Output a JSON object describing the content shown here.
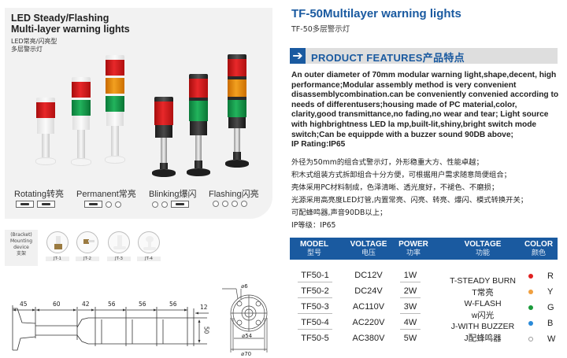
{
  "left": {
    "title_line1": "LED Steady/Flashing",
    "title_line2": "Multi-layer warning lights",
    "subtitle_line1": "LED常亮/闪亮型",
    "subtitle_line2": "多层警示灯",
    "modes": [
      {
        "label": "Rotating转亮"
      },
      {
        "label": "Permanent常亮"
      },
      {
        "label": "Blinking爆闪"
      },
      {
        "label": "Flashing闪亮"
      }
    ],
    "bracket": {
      "label_line1": "(Bracket)",
      "label_line2": "Mounting",
      "label_line3": "device",
      "label_line4": "支架",
      "items": [
        "JT-1",
        "JT-2",
        "JT-3",
        "JT-4"
      ]
    },
    "dimensions": {
      "lengths": [
        "45",
        "60",
        "42",
        "56",
        "56",
        "56",
        "12"
      ],
      "height": "50",
      "hole": "⌀6",
      "inner": "⌀54",
      "outer": "⌀70"
    }
  },
  "right": {
    "title": "TF-50Multilayer warning lights",
    "subtitle": "TF-50多层警示灯",
    "features_heading": "PRODUCT FEATURES产品特点",
    "features_en": "An outer diameter of 70mm modular warning  light,shape,decent, high performance;Modular assembly  method is very convenient disassemblycombination.can  be conveniently convenied according to needs of differentusers;housing  made of PC material,color, clarity,good transmittance,no  fading,no wear and tear; Light source with highbrightness LED la mp,built-lit,shiny,bright switch  mode switch;Can be equippde with a buzzer  sound 90DB above;",
    "features_en_rating": "IP Rating:IP65",
    "features_cn": [
      "外径为50mm的组合式警示灯，外形稳重大方、性能卓越；",
      "积木式组装方式拆卸组合十分方便，可根据用户需求随意简便组合；",
      "壳体采用PC材料制成，色泽清晰、透光度好，不褪色、不磨损；",
      "光源采用高亮度LED灯管,内置常亮、闪亮、转亮、爆闪、模式转换开关；",
      "可配蜂鸣器,声音90DB以上；",
      "IP等级：IP65"
    ],
    "table": {
      "headers": [
        {
          "en": "MODEL",
          "cn": "型号"
        },
        {
          "en": "VOLTAGE",
          "cn": "电压"
        },
        {
          "en": "POWER",
          "cn": "功率"
        },
        {
          "en": "VOLTAGE",
          "cn": "功能"
        },
        {
          "en": "COLOR",
          "cn": "颜色"
        }
      ],
      "models": [
        "TF50-1",
        "TF50-2",
        "TF50-3",
        "TF50-4",
        "TF50-5"
      ],
      "voltages": [
        "DC12V",
        "DC24V",
        "AC110V",
        "AC220V",
        "AC380V"
      ],
      "powers": [
        "1W",
        "2W",
        "3W",
        "4W",
        "5W"
      ],
      "functions": [
        "T-STEADY BURN",
        "T常亮",
        "W-FLASH",
        "w闪光",
        "J-WITH BUZZER",
        "J配蜂鸣器"
      ],
      "colors": [
        {
          "letter": "R",
          "hex": "#e02020"
        },
        {
          "letter": "Y",
          "hex": "#f0a040"
        },
        {
          "letter": "G",
          "hex": "#1a9a3a"
        },
        {
          "letter": "B",
          "hex": "#2a8ad8"
        },
        {
          "letter": "W",
          "hex": "#ffffff"
        }
      ]
    }
  },
  "theme": {
    "brand_blue": "#1a5aa0",
    "bar_gray": "#dedede"
  }
}
